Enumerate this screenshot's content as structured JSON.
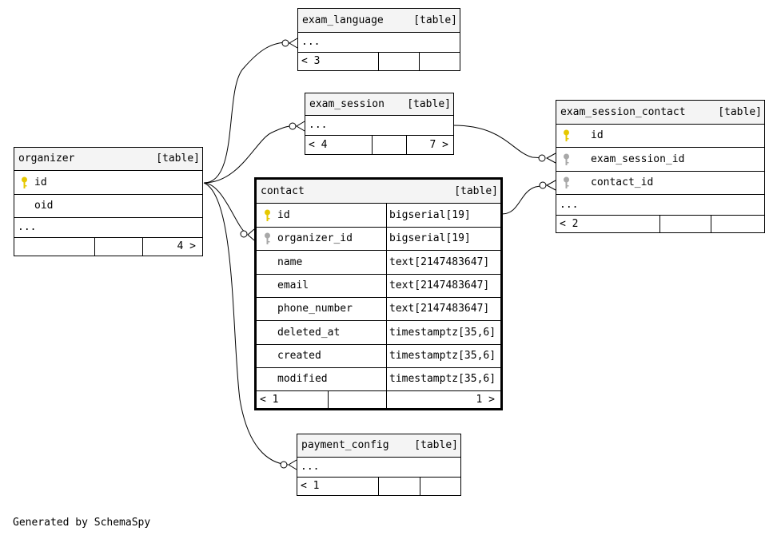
{
  "tables": {
    "exam_language": {
      "name": "exam_language",
      "tag": "[table]",
      "more": "...",
      "f1": "< 3",
      "f2": "",
      "f3": ""
    },
    "exam_session": {
      "name": "exam_session",
      "tag": "[table]",
      "more": "...",
      "f1": "< 4",
      "f2": "",
      "f3": "7 >"
    },
    "exam_session_contact": {
      "name": "exam_session_contact",
      "tag": "[table]",
      "cols": [
        "id",
        "exam_session_id",
        "contact_id"
      ],
      "more": "...",
      "f1": "< 2",
      "f2": "",
      "f3": ""
    },
    "organizer": {
      "name": "organizer",
      "tag": "[table]",
      "cols": [
        "id",
        "oid"
      ],
      "more": "...",
      "f1": "",
      "f2": "",
      "f3": "4 >"
    },
    "contact": {
      "name": "contact",
      "tag": "[table]",
      "cols": [
        {
          "name": "id",
          "type": "bigserial[19]"
        },
        {
          "name": "organizer_id",
          "type": "bigserial[19]"
        },
        {
          "name": "name",
          "type": "text[2147483647]"
        },
        {
          "name": "email",
          "type": "text[2147483647]"
        },
        {
          "name": "phone_number",
          "type": "text[2147483647]"
        },
        {
          "name": "deleted_at",
          "type": "timestamptz[35,6]"
        },
        {
          "name": "created",
          "type": "timestamptz[35,6]"
        },
        {
          "name": "modified",
          "type": "timestamptz[35,6]"
        }
      ],
      "f1": "< 1",
      "f2": "",
      "f3": "1 >"
    },
    "payment_config": {
      "name": "payment_config",
      "tag": "[table]",
      "more": "...",
      "f1": "< 1",
      "f2": "",
      "f3": ""
    }
  },
  "footer_text": "Generated by SchemaSpy",
  "colors": {
    "primary_key": "#e6c800",
    "foreign_key": "#a8a8a8",
    "header_bg": "#f4f4f4"
  }
}
